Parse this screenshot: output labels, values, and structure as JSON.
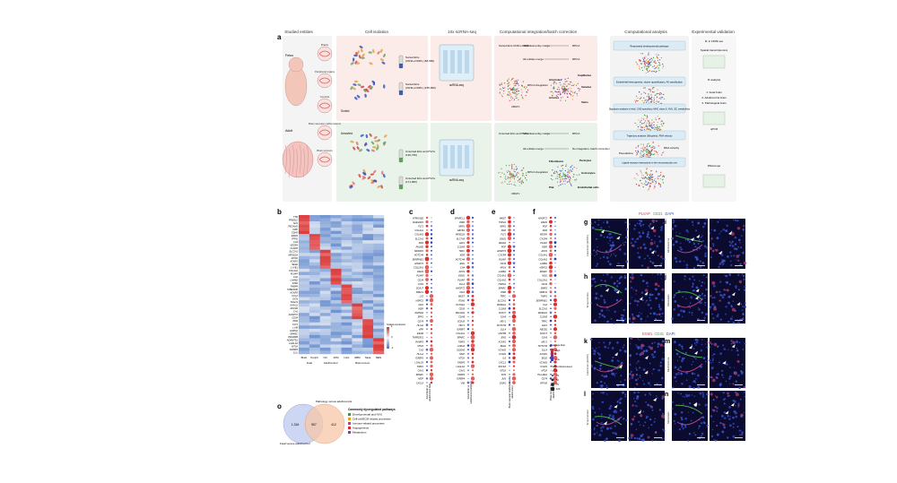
{
  "panel_a": {
    "label": "a",
    "columns": [
      "Studied entities",
      "Cell isolation",
      "10x scRNA-seq",
      "Computational integration/batch correction",
      "Computational analysis",
      "Experimental validation"
    ],
    "entities_left": [
      "Fetus",
      "Adult"
    ],
    "entity_tags": [
      "Brains",
      "Peripheral organs",
      "Controls",
      "Brain vascular malformations",
      "Brain tumours"
    ],
    "sorted_label": "Sorted",
    "unsorted_label": "Unsorted",
    "sorted_cells": [
      "Sorted ECs (CD31+CD45-) (84,560)",
      "Sorted ECs (CD31+CD45-) (155,990)"
    ],
    "unsorted_cells": [
      "Unsorted ECs and PVCs (130,739)",
      "Unsorted ECs and PVCs (171,950)"
    ],
    "seq_label": "scRNA-seq",
    "integration_top": [
      "Sorted ECs CD31+CD45-",
      "Individual entity merge",
      "All entities merge",
      "RPCA",
      "RPCA",
      "RPCA integration"
    ],
    "integration_bottom": [
      "Unsorted ECs and PVCs",
      "Individual entity merge",
      "All entities merge",
      "RPCA",
      "No integration, batch correction",
      "RPCA integration"
    ],
    "cluster_top": [
      "Capillaries",
      "Arterioles",
      "Venules",
      "Arteries",
      "Veins"
    ],
    "cluster_bottom": [
      "Fibroblasts",
      "Pericytes",
      "Astrocytes",
      "Pial",
      "Endothelial cells"
    ],
    "umap": [
      "UMAP 1",
      "UMAP 2"
    ],
    "analysis_boxes": [
      "Reactivated developmental pathways",
      "Endothelial heterogeneity: cluster quantification, AV specification",
      "Signature analysis in fetal, CNS specificity, MHC class II, NVU, EC metabolism",
      "Trajectory analysis (Slingshot), RNA velocity",
      "Ligand-receptor interactions in the neurovascular unit"
    ],
    "analysis_tags": [
      "RNA velocity",
      "Pseudotime"
    ],
    "validation_items": [
      "IF, in FFPE sec",
      "Spatial transcriptomics",
      "IF analysis",
      "1. Fetal brain",
      "2. Adult/control brain",
      "3. Pathological brain",
      "qPCR",
      "RNAscope"
    ]
  },
  "panel_b": {
    "label": "b",
    "genes": [
      "TTR",
      "PRSS12",
      "SLN",
      "PECAM1",
      "VWF",
      "CDH5",
      "ESM1",
      "TFPI2",
      "CA4",
      "VEGFA",
      "CLDN5",
      "SLC2A1",
      "MFSD2A",
      "APOD",
      "ACKR1",
      "SELE",
      "LYVE1",
      "COL4A1",
      "PLVAP",
      "CA2",
      "LAMB1",
      "INSR",
      "FABP4",
      "TMEM100",
      "ACKR3",
      "CCL2",
      "DCN",
      "TAGLN",
      "MYH11",
      "APLNR",
      "CA1",
      "ANGPT2",
      "CD34",
      "KDR",
      "FLT1",
      "LUM",
      "HSPG2",
      "SPARC",
      "PDGFRB",
      "ADAMTS1",
      "LGALS1",
      "MT2A",
      "IGFBP4",
      "CLU"
    ],
    "columns": [
      "Brain",
      "Periph.",
      "Ctrl",
      "AVM",
      "LGG",
      "GBM",
      "Meta",
      "MEN"
    ],
    "group_labels": [
      "Fetal",
      "Adult/control",
      "Brain tumour"
    ],
    "legend_title": "Scaled expression",
    "legend_range": [
      "-1",
      "0",
      "1"
    ]
  },
  "panel_c": {
    "label": "c",
    "genes": [
      "ATP6V1B2",
      "RASGRP2",
      "FLT1",
      "COL4A1",
      "COL4A2",
      "SLC2A1",
      "KDR",
      "PALMD",
      "NRARP2",
      "NOTCH4",
      "SERPINE1",
      "ANGPT2",
      "COL15A1",
      "ESM1",
      "PLVAP",
      "CD34",
      "LCP2",
      "SOX17",
      "PREX1",
      "LYZ",
      "HSPG2",
      "IGF2",
      "INSR",
      "PAPSS2",
      "SPP1",
      "CD74",
      "HLA-E",
      "APP",
      "ESAM",
      "TNFRSF21",
      "RAMP3",
      "MT2A",
      "CA2",
      "HLA-A",
      "IGFBP3",
      "LGALS3",
      "TIMP1",
      "CAV1",
      "SPARC",
      "MGP",
      "CXCL8"
    ],
    "footer": "Fetal brain vs adult/control brain"
  },
  "panel_d": {
    "label": "d",
    "genes": [
      "SPARCL1",
      "INSR",
      "NRP1",
      "ABCB1",
      "MFSD2A",
      "SLC7A5",
      "LEF1",
      "CLDN5",
      "TFRC",
      "KDR",
      "NOTCH4",
      "ENG",
      "CA4",
      "APLN",
      "ESM1",
      "PLVAP",
      "DLL4",
      "ANGPT2",
      "IGF2",
      "MEST",
      "ITGA6",
      "PLXND1",
      "CD93",
      "PECAM1",
      "CDH5",
      "SOX18",
      "HEY1",
      "IGFBP7",
      "COL4A1",
      "SPARC",
      "TIMP3",
      "LAMA4",
      "S100A6",
      "MGP",
      "MT2A",
      "FABP5",
      "LGALS1",
      "CAV1",
      "FABP4",
      "IGFBP4",
      "VIM"
    ],
    "footer": "Fetal brain vs adult/control periphery"
  },
  "panel_e": {
    "label": "e",
    "genes": [
      "MKI67",
      "TOP2A",
      "NRP1",
      "KDR",
      "FLT1",
      "ESM1",
      "VEGFA",
      "PGF",
      "ANGPT2",
      "CXCR4",
      "PLVAP",
      "CD34",
      "APLN",
      "LAMB1",
      "COL4A1",
      "COL4A2",
      "HSPG2",
      "SPARC",
      "INSR",
      "TFRC",
      "SLC2A1",
      "MFSD2A",
      "CLDN5",
      "SOX17",
      "GJA5",
      "HEY1",
      "NOTCH4",
      "DLL4",
      "UNC5B",
      "ENG",
      "ACKR1",
      "SELE",
      "VCAM1",
      "ICAM1",
      "IL6",
      "CXCL2",
      "SOCS3",
      "MT2A",
      "FOS",
      "JUN",
      "EGR1"
    ],
    "footer": "Brain vascular malformation vs adult/control"
  },
  "panel_f": {
    "label": "f",
    "genes": [
      "ANGPT2",
      "ESM1",
      "PGF",
      "KDR",
      "VEGFA",
      "CXCR4",
      "PLVAP",
      "INSR",
      "APLN",
      "COL4A1",
      "COL4A2",
      "LAMB1",
      "HSPG2",
      "SPARC",
      "NID2",
      "COL15A1",
      "CD34",
      "MMP2",
      "MMP14",
      "TIMP1",
      "SERPINE1",
      "CA2",
      "SLC2A1",
      "MFSD2A",
      "CLDN5",
      "TFRC",
      "LEF1",
      "ABCB1",
      "SOX17",
      "GJA5",
      "HEY1",
      "NOTCH4",
      "DLL4",
      "ACKR1",
      "SELE",
      "VCAM1",
      "ICAM1",
      "MT2A",
      "HLA-DRA",
      "CD74",
      "IFITM3"
    ],
    "footer": "Brain tumour vs adult/control"
  },
  "dotplot_legend": {
    "title1": "Average Exp.",
    "high": "High",
    "low": "Low",
    "title2": "Percent Expressed",
    "values": [
      "0",
      "25",
      "50",
      "75",
      "100"
    ]
  },
  "panel_o": {
    "label": "o",
    "left_count": "1,316",
    "overlap_count": "557",
    "right_count": "412",
    "left_label": "Fetal versus adult/control",
    "right_label": "Pathology versus adult/control",
    "legend_title": "Commonly dysregulated pathways",
    "legend_items": [
      {
        "text": "Developmental and NVU",
        "color": "#3a9a3a"
      },
      {
        "text": "Cell-cell/ECM related processes",
        "color": "#e8a020"
      },
      {
        "text": "Immune-related processes",
        "color": "#c04080"
      },
      {
        "text": "Angiogenesis",
        "color": "#d03030"
      },
      {
        "text": "Metabolism",
        "color": "#8040a0"
      }
    ]
  },
  "micro_top": {
    "title_parts": [
      "PLVAP",
      "CD31",
      "DAPI"
    ],
    "colors": [
      "#d04060",
      "#40a040",
      "#3050d0"
    ]
  },
  "micro_bottom": {
    "title_parts": [
      "ESM1",
      "CD31",
      "DAPI"
    ],
    "colors": [
      "#d04060",
      "#40a040",
      "#3050d0"
    ]
  },
  "micro_panels": [
    {
      "label": "g",
      "side": "Fetal brain (GW15)"
    },
    {
      "label": "h",
      "side": "Temporal lobe"
    },
    {
      "label": "i",
      "side": "Glioblastoma"
    },
    {
      "label": "j",
      "side": "Metastasis"
    },
    {
      "label": "k",
      "side": "Fetal brain (GW15)"
    },
    {
      "label": "l",
      "side": "Temporal lobe"
    },
    {
      "label": "m",
      "side": "Glioblastoma"
    },
    {
      "label": "n",
      "side": "Metastasis"
    }
  ]
}
